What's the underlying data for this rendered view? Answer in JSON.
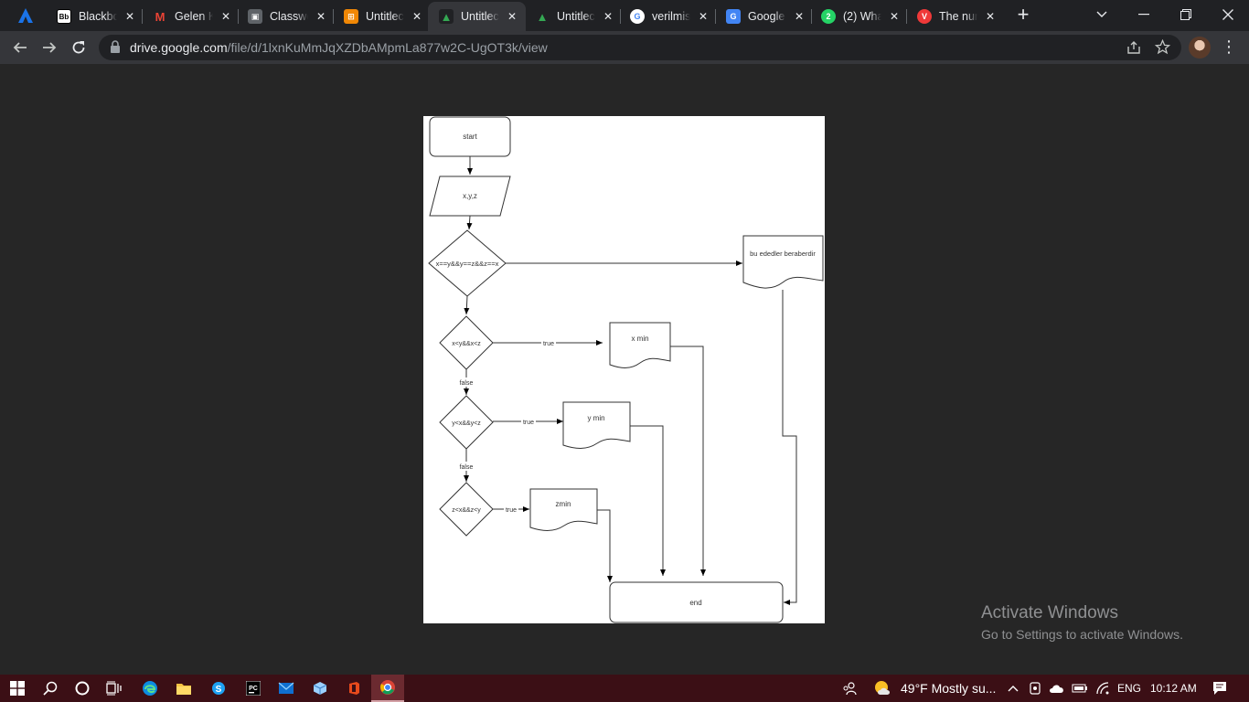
{
  "tabs": [
    {
      "title": "Blackbo",
      "icon": "blackboard-icon",
      "color": "#ffffff",
      "fg": "#000000",
      "glyph": "Bb"
    },
    {
      "title": "Gelen K",
      "icon": "gmail-icon",
      "color": "#202124",
      "fg": "#ea4335",
      "glyph": "M"
    },
    {
      "title": "Classwo",
      "icon": "classroom-icon",
      "color": "#5f6368",
      "fg": "#ffffff",
      "glyph": "▣"
    },
    {
      "title": "Untitlec",
      "icon": "drawio-icon",
      "color": "#f08705",
      "fg": "#ffffff",
      "glyph": "⊞"
    },
    {
      "title": "Untitlec",
      "icon": "google-drive-icon",
      "color": "#202124",
      "fg": "#34a853",
      "glyph": "▲",
      "active": true
    },
    {
      "title": "Untitlec",
      "icon": "google-drive-icon",
      "color": "#202124",
      "fg": "#34a853",
      "glyph": "▲"
    },
    {
      "title": "verilmis",
      "icon": "google-icon",
      "color": "#ffffff",
      "fg": "#4285f4",
      "glyph": "G"
    },
    {
      "title": "Google",
      "icon": "google-translate-icon",
      "color": "#4285f4",
      "fg": "#ffffff",
      "glyph": "G"
    },
    {
      "title": "(2) Wha",
      "icon": "whatsapp-icon",
      "color": "#25d366",
      "fg": "#ffffff",
      "glyph": "2"
    },
    {
      "title": "The nur",
      "icon": "vivaldi-icon",
      "color": "#ef3939",
      "fg": "#ffffff",
      "glyph": "V"
    }
  ],
  "address": {
    "host": "drive.google.com",
    "path": "/file/d/1lxnKuMmJqXZDbAMpmLa877w2C-UgOT3k/view"
  },
  "flowchart": {
    "start": "start",
    "input": "x,y,z",
    "decision_equal": "x==y&&y==z&&z==x",
    "output_equal": "bu ededler beraberdir",
    "decision_x": "x<y&&x<z",
    "output_x": "x min",
    "decision_y": "y<x&&y<z",
    "output_y": "y min",
    "decision_z": "z<x&&z<y",
    "output_z": "zmin",
    "end": "end",
    "label_true": "true",
    "label_false": "false"
  },
  "watermark": {
    "title": "Activate Windows",
    "subtitle": "Go to Settings to activate Windows."
  },
  "taskbar": {
    "weather": "49°F  Mostly su...",
    "language": "ENG",
    "time": "10:12 AM"
  }
}
